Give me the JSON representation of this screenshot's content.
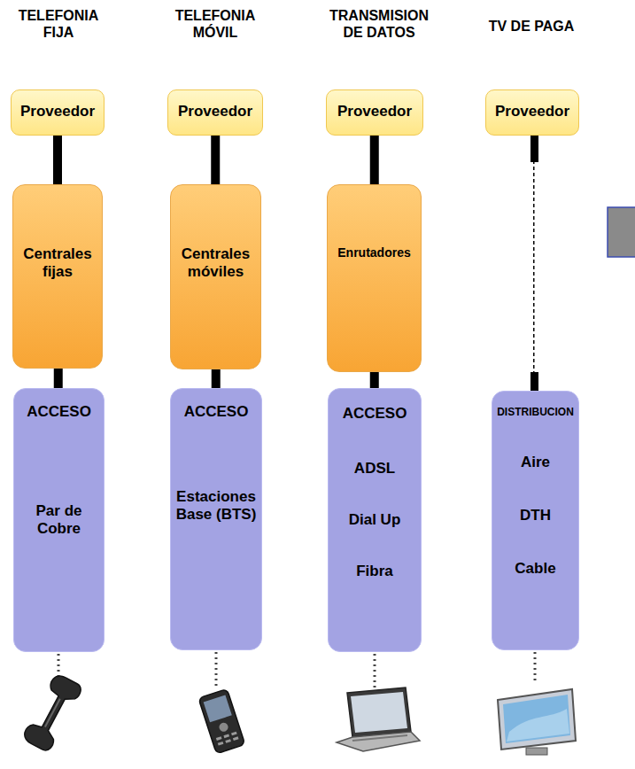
{
  "diagram": {
    "nodes": [
      {
        "text": [
          "Proveedor"
        ]
      },
      {
        "text": [
          "Proveedor"
        ]
      },
      {
        "text": [
          "Proveedor"
        ]
      },
      {
        "text": [
          "Proveedor"
        ]
      },
      {
        "text": [
          "Centrales fijas"
        ]
      },
      {
        "text": [
          "Centrales móviles"
        ]
      },
      {
        "text": [
          "Enrutadores"
        ]
      },
      {
        "text": [
          "ACCESO",
          "Par de Cobre"
        ]
      },
      {
        "text": [
          "ACCESO",
          "Estaciones Base (BTS)"
        ]
      },
      {
        "text": [
          "ACCESO",
          "ADSL",
          "Dial Up",
          "Fibra"
        ]
      },
      {
        "text": [
          "DISTRIBUCION",
          "Aire",
          "DTH",
          "Cable"
        ]
      }
    ],
    "edges": [
      {
        "from": 0,
        "to": 4,
        "arrow": "none"
      },
      {
        "from": 4,
        "to": 7,
        "arrow": "none"
      },
      {
        "from": 1,
        "to": 5,
        "arrow": "none"
      },
      {
        "from": 5,
        "to": 8,
        "arrow": "none"
      },
      {
        "from": 2,
        "to": 6,
        "arrow": "none"
      },
      {
        "from": 6,
        "to": 9,
        "arrow": "none"
      },
      {
        "from": 3,
        "to": 10,
        "arrow": "none"
      }
    ],
    "labels": [
      "TELEFONIA FIJA",
      "TELEFONIA MÓVIL",
      "TRANSMISION DE DATOS",
      "TV DE PAGA"
    ]
  }
}
